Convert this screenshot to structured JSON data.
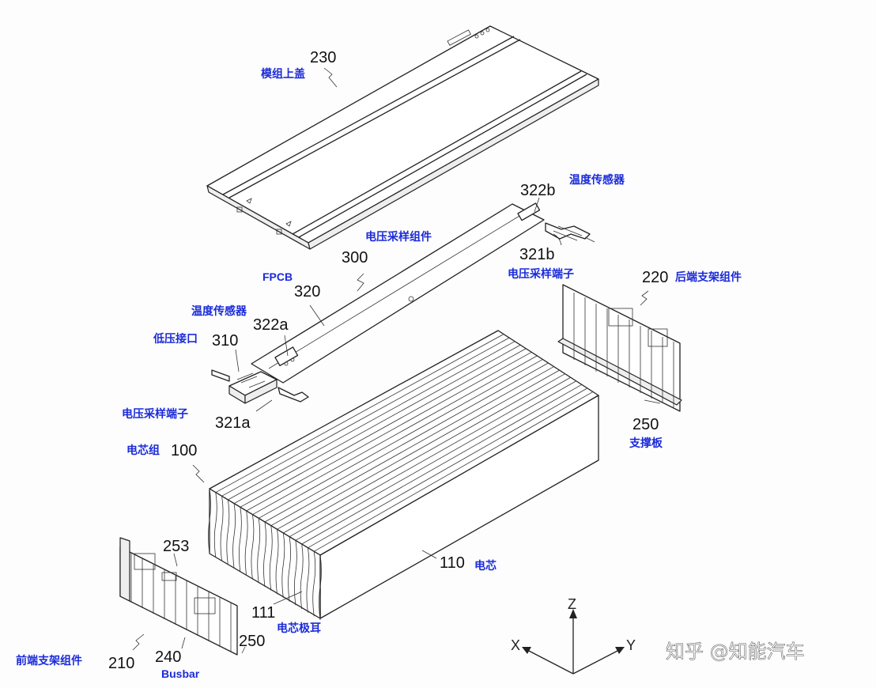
{
  "labels": {
    "n230": "230",
    "cover_cn": "模组上盖",
    "temp_sensor_b_cn": "温度传感器",
    "n322b": "322b",
    "volt_sample_assy_cn": "电压采样组件",
    "n300": "300",
    "n321b": "321b",
    "fpcb_en": "FPCB",
    "volt_terminal_b_cn": "电压采样端子",
    "n220": "220",
    "rear_bracket_cn": "后端支架组件",
    "n320": "320",
    "temp_sensor_a_cn": "温度传感器",
    "n322a": "322a",
    "low_voltage_cn": "低压接口",
    "n310": "310",
    "volt_terminal_a_cn": "电压采样端子",
    "n321a": "321a",
    "n250_right": "250",
    "support_plate_cn": "支撑板",
    "cell_group_cn": "电芯组",
    "n100": "100",
    "n253": "253",
    "n110": "110",
    "cell_cn": "电芯",
    "n111": "111",
    "tab_cn": "电芯极耳",
    "front_bracket_cn": "前端支架组件",
    "n210": "210",
    "n240": "240",
    "n250_left": "250",
    "busbar_en": "Busbar"
  },
  "axes": {
    "z": "Z",
    "x": "X",
    "y": "Y"
  },
  "watermark": "知乎 @知能汽车"
}
